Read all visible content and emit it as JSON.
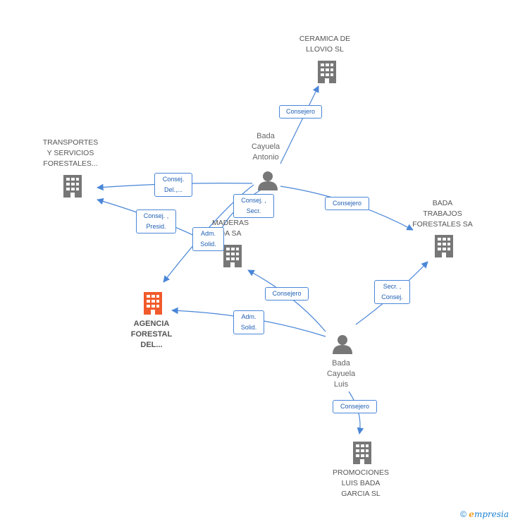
{
  "colors": {
    "edge": "#4a86d8",
    "building": "#777777",
    "focus": "#f15a2b",
    "person": "#777777"
  },
  "nodes": {
    "ceramica": {
      "label": "CERAMICA DE\nLLOVIO SL",
      "icon": "building-icon"
    },
    "transportes": {
      "label": "TRANSPORTES\nY SERVICIOS\nFORESTALES...",
      "icon": "building-icon"
    },
    "bada_antonio": {
      "label": "Bada\nCayuela\nAntonio",
      "icon": "person-icon"
    },
    "bada_trabajos": {
      "label": "BADA\nTRABAJOS\nFORESTALES SA",
      "icon": "building-icon"
    },
    "maderas": {
      "label": "MADERAS\nDA SA",
      "icon": "building-icon"
    },
    "agencia": {
      "label": "AGENCIA\nFORESTAL\nDEL...",
      "icon": "building-icon"
    },
    "bada_luis": {
      "label": "Bada\nCayuela\nLuis",
      "icon": "person-icon"
    },
    "promociones": {
      "label": "PROMOCIONES\nLUIS BADA\nGARCIA SL",
      "icon": "building-icon"
    }
  },
  "edges": {
    "e1": "Consejero",
    "e2": "Consej.\nDel.,...",
    "e3": "Consej. ,\nPresid.",
    "e4": "Consej. ,\nSecr.",
    "e5": "Adm.\nSolid.",
    "e6": "Consejero",
    "e7": "Consejero",
    "e8": "Adm.\nSolid.",
    "e9": "Secr. ,\nConsej.",
    "e10": "Consejero"
  },
  "footer": {
    "copyright": "©",
    "brand_initial": "e",
    "brand_rest": "mpresia"
  }
}
